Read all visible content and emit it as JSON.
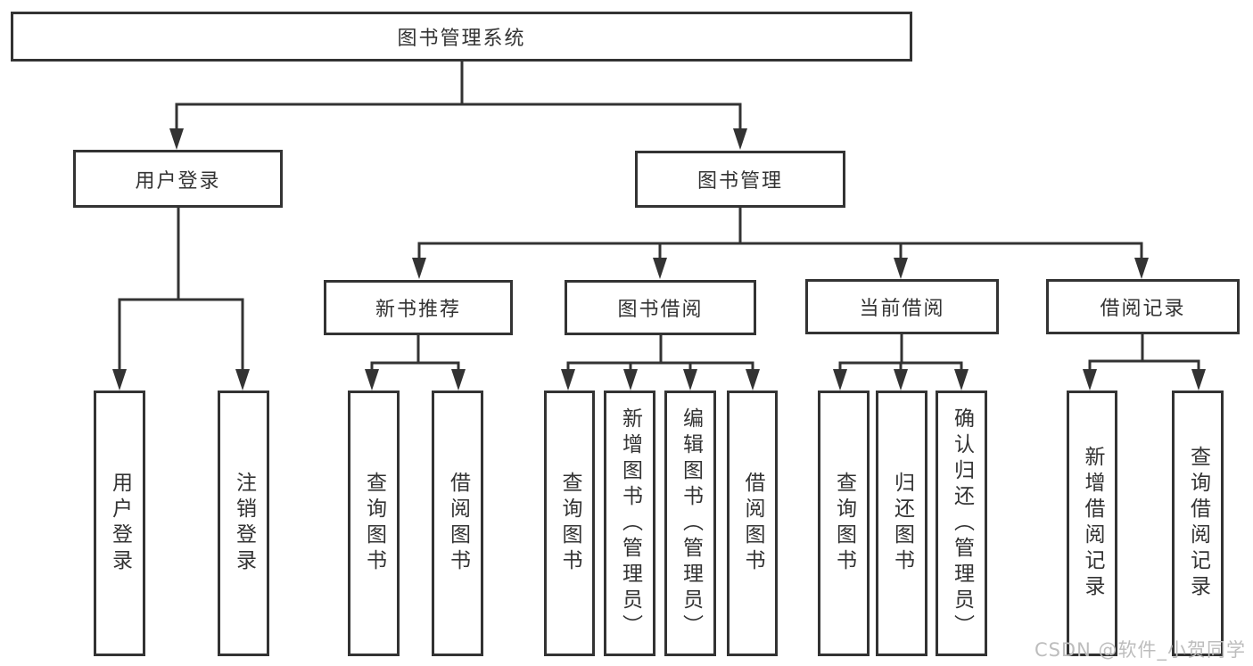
{
  "tree": {
    "root": {
      "label": "图书管理系统"
    },
    "user_login": {
      "label": "用户登录",
      "leaves": [
        {
          "label": "用户登录"
        },
        {
          "label": "注销登录"
        }
      ]
    },
    "book_management": {
      "label": "图书管理",
      "sections": [
        {
          "label": "新书推荐",
          "leaves": [
            {
              "label": "查询图书"
            },
            {
              "label": "借阅图书"
            }
          ]
        },
        {
          "label": "图书借阅",
          "leaves": [
            {
              "label": "查询图书"
            },
            {
              "label": "新增图书（管理员）"
            },
            {
              "label": "编辑图书（管理员）"
            },
            {
              "label": "借阅图书"
            }
          ]
        },
        {
          "label": "当前借阅",
          "leaves": [
            {
              "label": "查询图书"
            },
            {
              "label": "归还图书"
            },
            {
              "label": "确认归还（管理员）"
            }
          ]
        },
        {
          "label": "借阅记录",
          "leaves": [
            {
              "label": "新增借阅记录"
            },
            {
              "label": "查询借阅记录"
            }
          ]
        }
      ]
    }
  },
  "watermark": {
    "text": "CSDN @软件_小贺同学"
  },
  "colors": {
    "line": "#333333",
    "text": "#333333",
    "watermark": "#bdbdbd",
    "background": "#ffffff"
  }
}
